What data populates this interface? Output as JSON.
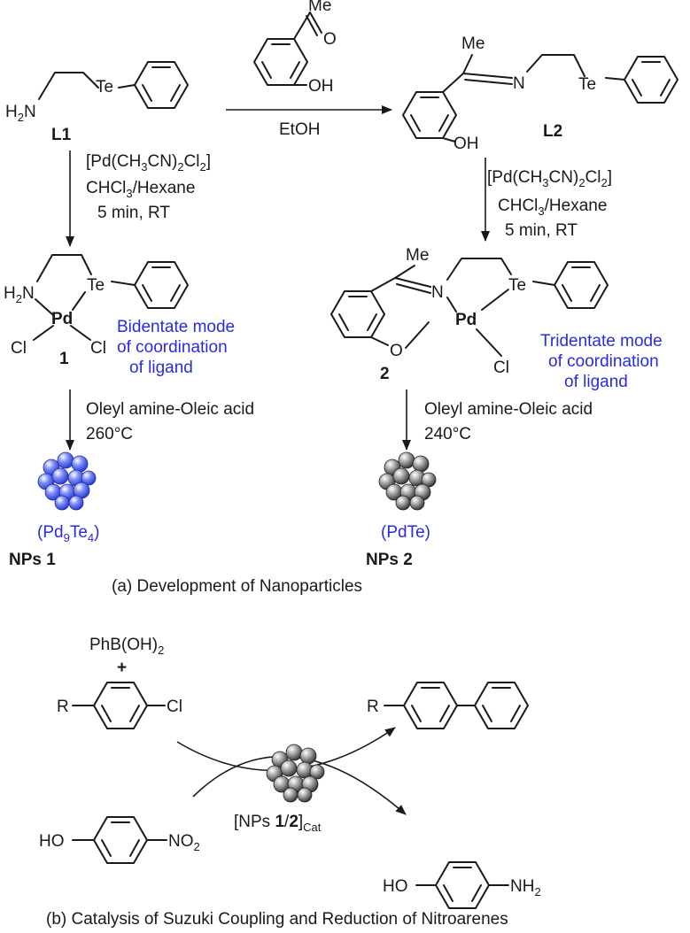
{
  "colors": {
    "text": "#1a1a1a",
    "note": "#2a2ae0",
    "np1": "#5a6ef0",
    "np2": "#8a8a8a"
  },
  "part_a": {
    "L1": {
      "amine": "H2N",
      "te": "Te",
      "label": "L1"
    },
    "reagent_top": {
      "me": "Me",
      "o": "O",
      "oh": "OH",
      "solvent": "EtOH"
    },
    "L2": {
      "me": "Me",
      "n": "N",
      "te": "Te",
      "oh": "OH",
      "label": "L2"
    },
    "step_left": {
      "pd_reagent": "[Pd(CH3CN)2Cl2]",
      "solvent": "CHCl3/Hexane",
      "cond": "5 min, RT"
    },
    "step_right": {
      "pd_reagent": "[Pd(CH3CN)2Cl2]",
      "solvent": "CHCl3/Hexane",
      "cond": "5 min, RT"
    },
    "complex1": {
      "amine": "H2N",
      "pd": "Pd",
      "te": "Te",
      "cl1": "Cl",
      "cl2": "Cl",
      "label": "1",
      "note_line1": "Bidentate mode",
      "note_line2": "of coordination",
      "note_line3": "of ligand"
    },
    "complex2": {
      "me": "Me",
      "n": "N",
      "pd": "Pd",
      "te": "Te",
      "o": "O",
      "cl": "Cl",
      "label": "2",
      "note_line1": "Tridentate mode",
      "note_line2": "of coordination",
      "note_line3": "of ligand"
    },
    "np_step_left": {
      "reagent": "Oleyl amine-Oleic acid",
      "temp": "260°C"
    },
    "np_step_right": {
      "reagent": "Oleyl amine-Oleic acid",
      "temp": "240°C"
    },
    "np1": {
      "formula": "(Pd9Te4)",
      "label": "NPs 1"
    },
    "np2": {
      "formula": "(PdTe)",
      "label": "NPs 2"
    },
    "caption": "(a) Development of Nanoparticles"
  },
  "part_b": {
    "boronic": "PhB(OH)2",
    "plus": "+",
    "r_left": "R",
    "cl": "Cl",
    "r_product": "R",
    "catalyst": "[NPs 1/2]Cat",
    "nitro_ho": "HO",
    "nitro_group": "NO2",
    "amine_ho": "HO",
    "amine_group": "NH2",
    "caption": "(b) Catalysis of Suzuki Coupling and Reduction of Nitroarenes"
  }
}
